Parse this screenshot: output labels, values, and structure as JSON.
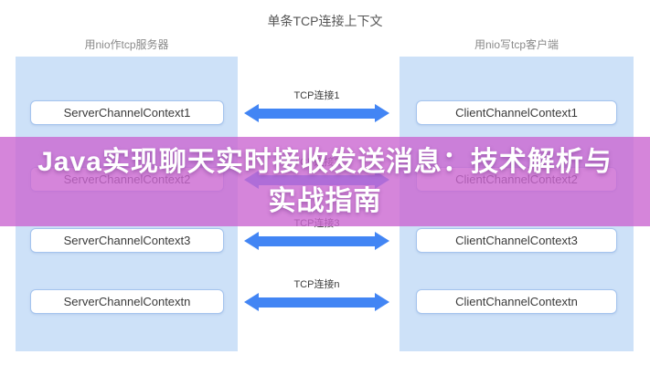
{
  "diagram": {
    "title": "单条TCP连接上下文",
    "server_section": {
      "header": "用nio作tcp服务器"
    },
    "client_section": {
      "header": "用nio写tcp客户端"
    },
    "rows": [
      {
        "server": "ServerChannelContext1",
        "connection": "TCP连接1",
        "client": "ClientChannelContext1"
      },
      {
        "server": "ServerChannelContext2",
        "connection": "TCP连接2",
        "client": "ClientChannelContext2"
      },
      {
        "server": "ServerChannelContext3",
        "connection": "TCP连接3",
        "client": "ClientChannelContext3"
      },
      {
        "server": "ServerChannelContextn",
        "connection": "TCP连接n",
        "client": "ClientChannelContextn"
      }
    ]
  },
  "banner": {
    "line1": "Java实现聊天实时接收发送消息：技术解析与",
    "line2": "实战指南"
  },
  "colors": {
    "panel_background": "#cde1f8",
    "box_border": "#a5c4ee",
    "arrow_blue": "#4285f4",
    "banner_overlay": "#ca67d1",
    "banner_text": "#ffffff"
  }
}
